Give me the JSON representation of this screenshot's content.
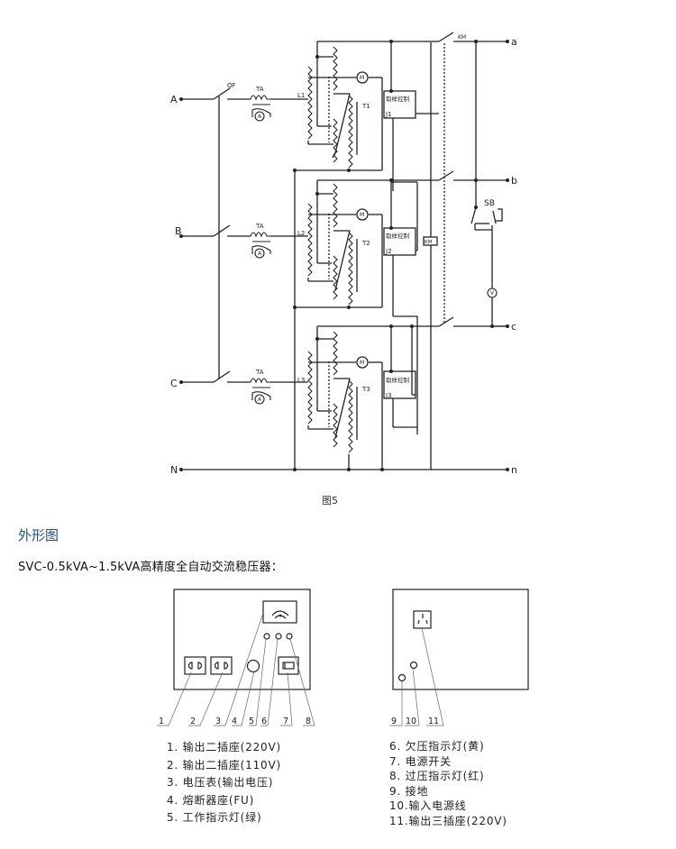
{
  "circuit": {
    "inputs": [
      "A",
      "B",
      "C",
      "N"
    ],
    "outputs": [
      "a",
      "b",
      "c",
      "n"
    ],
    "breaker_label": "QF",
    "current_transformer_label": "TA",
    "ammeter_symbol": "A",
    "motor_symbol": "M",
    "voltmeter_symbol": "V",
    "contactor_label": "KM",
    "button_label": "SB",
    "control_box_label": "取样控制",
    "phases": [
      {
        "input": "A",
        "coil": "L1",
        "transformer": "T1",
        "relay": "J1"
      },
      {
        "input": "B",
        "coil": "L2",
        "transformer": "T2",
        "relay": "J2"
      },
      {
        "input": "C",
        "coil": "L3",
        "transformer": "T3",
        "relay": "J3"
      }
    ],
    "caption": "图5"
  },
  "section_title": "外形图",
  "product_title": "SVC-0.5kVA~1.5kVA高精度全自动交流稳压器：",
  "front_panel": {
    "callouts": [
      "1",
      "2",
      "3",
      "4",
      "5",
      "6",
      "7",
      "8"
    ]
  },
  "back_panel": {
    "callouts": [
      "9",
      "10",
      "11"
    ]
  },
  "legend": {
    "left": [
      "1. 输出二插座(220V)",
      "2. 输出二插座(110V)",
      "3. 电压表(输出电压)",
      "4. 熔断器座(FU)",
      "5. 工作指示灯(绿)"
    ],
    "right": [
      "6. 欠压指示灯(黄)",
      "7. 电源开关",
      "8. 过压指示灯(红)",
      "9. 接地",
      "10.输入电源线",
      "11.输出三插座(220V)"
    ]
  }
}
